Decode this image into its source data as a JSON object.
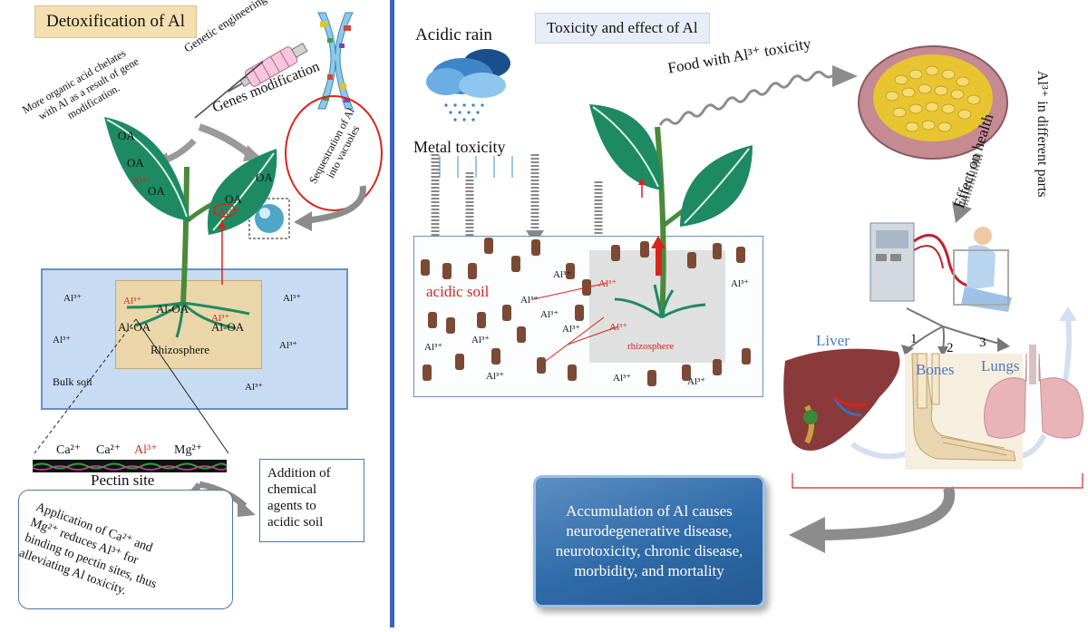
{
  "left_panel": {
    "title": "Detoxification of Al",
    "genetic_engineering": "Genetic engineering",
    "genes_modification": "Genes modification",
    "more_organic_acid": [
      "More organic acid chelates",
      "with Al as a result of gene",
      "modification."
    ],
    "sequestration": [
      "Sequestration of Al",
      "into vacuoles"
    ],
    "oa_labels": [
      "OA",
      "OA",
      "OA",
      "OA",
      "OA"
    ],
    "al3_labels": [
      "Al³⁺",
      "Al³⁺",
      "Al³⁺",
      "Al³⁺"
    ],
    "bulk_soil_ions": [
      "Al³⁺",
      "Al³⁺",
      "Al³⁺",
      "Al³⁺",
      "Al³⁺"
    ],
    "al_oa": [
      "Al-OA",
      "Al-OA",
      "Al-OA"
    ],
    "rhizosphere": "Rhizosphere",
    "bulk_soil": "Bulk soil",
    "pectin_ions": [
      "Ca²⁺",
      "Ca²⁺",
      "Al³⁺",
      "Mg²⁺"
    ],
    "pectin_site": "Pectin site",
    "application_note": [
      "Application of Ca²⁺ and",
      "Mg²⁺ reduces Al³⁺ for",
      "binding to pectin sites, thus",
      "alleviating Al toxicity."
    ],
    "addition_note": [
      "Addition of",
      "chemical",
      "agents to",
      "acidic soil"
    ]
  },
  "right_panel": {
    "title": "Toxicity and effect of Al",
    "acidic_rain": "Acidic rain",
    "metal_toxicity": "Metal toxicity",
    "food_with": "Food with Al³⁺ toxicity",
    "acidic_soil": "acidic soil",
    "rhizosphere": "rhizosphere",
    "soil_ions": [
      "Al³⁺",
      "Al³⁺",
      "Al³⁺",
      "Al³⁺",
      "Al³⁺",
      "Al³⁺",
      "Al³⁺",
      "Al³⁺",
      "Al³⁺",
      "Al³⁺",
      "Al³⁺",
      "Al³⁺"
    ],
    "effect_on_health": "Effect on health",
    "al_in_parts": "Al³⁺ in different parts",
    "numbers": [
      "1",
      "2",
      "3"
    ],
    "organs": [
      "Liver",
      "Bones",
      "Lungs"
    ],
    "accumulation": [
      "Accumulation of Al causes",
      "neurodegenerative disease,",
      "neurotoxicity, chronic disease,",
      "morbidity, and mortality"
    ]
  },
  "colors": {
    "leaf": "#1e8a63",
    "al_red": "#d9241c",
    "soil_blue": "#c7dcf2",
    "rhizo_tan": "#ead6a8",
    "divider": "#3a63b8",
    "button_blue": "#2f6aa8"
  }
}
